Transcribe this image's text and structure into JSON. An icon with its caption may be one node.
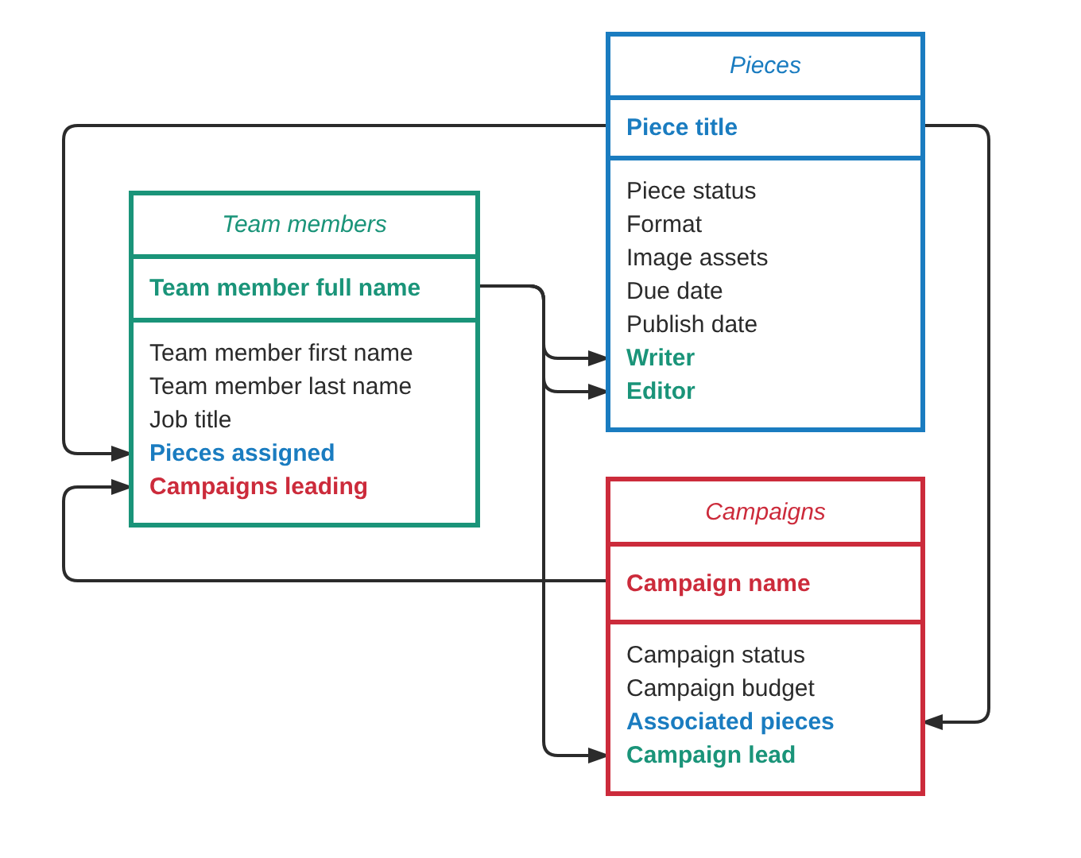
{
  "diagram": {
    "nodes": [
      {
        "text": [
          "Pieces"
        ]
      },
      {
        "text": [
          "Piece title"
        ],
        "in": 0
      },
      {
        "text": [],
        "shape": "box",
        "in": 0
      },
      {
        "text": [
          "Piece status"
        ],
        "in": 2
      },
      {
        "text": [
          "Format"
        ],
        "in": 2
      },
      {
        "text": [
          "Image assets"
        ],
        "in": 2
      },
      {
        "text": [
          "Due date"
        ],
        "in": 2
      },
      {
        "text": [
          "Publish date"
        ],
        "in": 2
      },
      {
        "text": [
          "Writer"
        ],
        "in": 2
      },
      {
        "text": [
          "Editor"
        ],
        "in": 2
      },
      {
        "text": [
          "Team members"
        ]
      },
      {
        "text": [
          "Team member full name"
        ],
        "in": 10
      },
      {
        "text": [],
        "shape": "box",
        "in": 10
      },
      {
        "text": [
          "Team member first name"
        ],
        "in": 12
      },
      {
        "text": [
          "Team member last name"
        ],
        "in": 12
      },
      {
        "text": [
          "Job title"
        ],
        "in": 12
      },
      {
        "text": [
          "Pieces assigned"
        ],
        "in": 12
      },
      {
        "text": [
          "Campaigns leading"
        ],
        "in": 12
      },
      {
        "text": [
          "Campaigns"
        ]
      },
      {
        "text": [
          "Campaign name"
        ],
        "in": 18
      },
      {
        "text": [],
        "shape": "box",
        "in": 18
      },
      {
        "text": [
          "Campaign status"
        ],
        "in": 20
      },
      {
        "text": [
          "Campaign budget"
        ],
        "in": 20
      },
      {
        "text": [
          "Associated pieces"
        ],
        "in": 20
      },
      {
        "text": [
          "Campaign lead"
        ],
        "in": 20
      }
    ],
    "edges": [
      {
        "from": 1,
        "to": 16,
        "arrow": "to"
      },
      {
        "from": 1,
        "to": 23,
        "arrow": "to"
      },
      {
        "from": 11,
        "to": 8,
        "arrow": "to"
      },
      {
        "from": 11,
        "to": 9,
        "arrow": "to"
      },
      {
        "from": 11,
        "to": 24,
        "arrow": "to"
      },
      {
        "from": 19,
        "to": 17,
        "arrow": "to"
      }
    ]
  }
}
